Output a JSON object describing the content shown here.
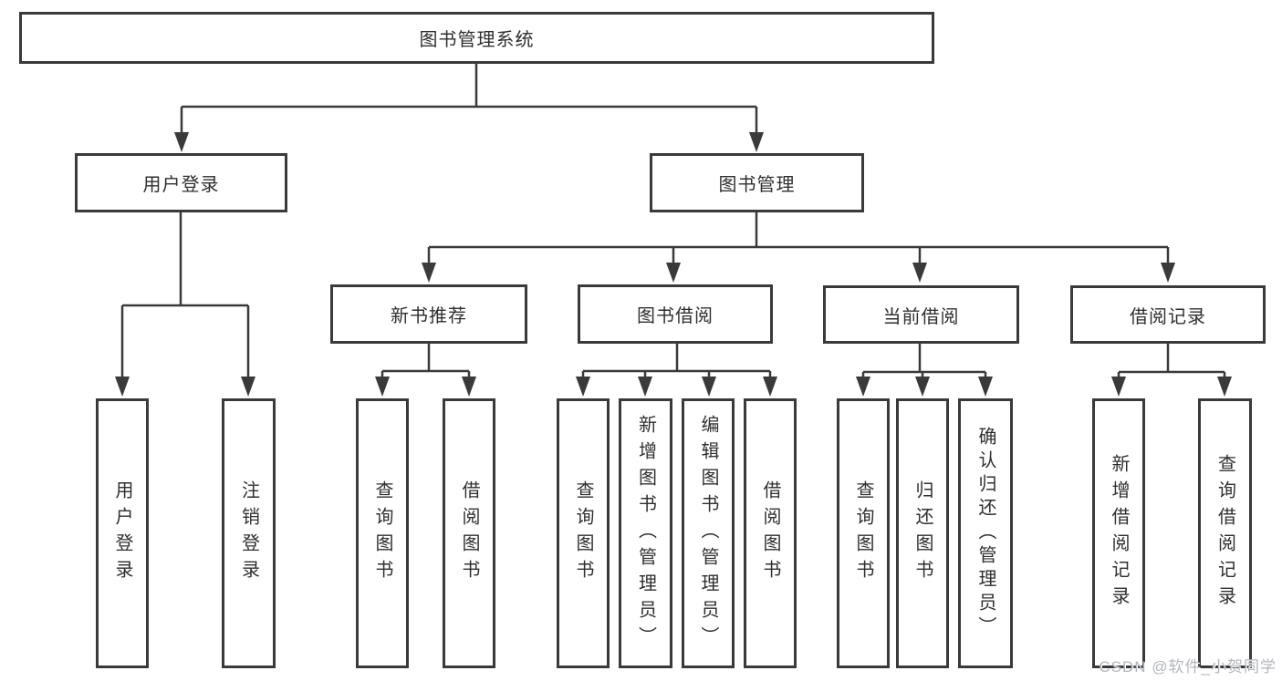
{
  "colors": {
    "line": "#3a3a3a",
    "text": "#2f2f2f",
    "wm": "#b3b6bc"
  },
  "nodes": {
    "root": "图书管理系统",
    "user_login": "用户登录",
    "book_mgmt": "图书管理",
    "new_book_rec": "新书推荐",
    "book_borrow": "图书借阅",
    "current_borrow": "当前借阅",
    "borrow_record": "借阅记录",
    "leaf_user_login": "用户登录",
    "leaf_logout": "注销登录",
    "leaf_query_book_rec": "查询图书",
    "leaf_borrow_book_rec": "借阅图书",
    "leaf_query_book_borrow": "查询图书",
    "leaf_add_book": "新增图书（管理员）",
    "leaf_edit_book": "编辑图书（管理员）",
    "leaf_borrow_book_2": "借阅图书",
    "leaf_query_book_current": "查询图书",
    "leaf_return_book": "归还图书",
    "leaf_confirm_return": "确认归还（管理员）",
    "leaf_add_record": "新增借阅记录",
    "leaf_query_record": "查询借阅记录"
  },
  "watermark": "CSDN @软件_小贺同学"
}
